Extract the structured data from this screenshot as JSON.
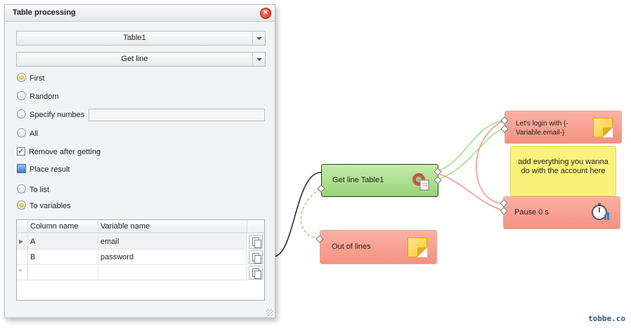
{
  "dialog": {
    "title": "Table processing",
    "table_select": "Table1",
    "action_select": "Get line",
    "radios": [
      {
        "label": "First",
        "selected": true
      },
      {
        "label": "Random",
        "selected": false
      },
      {
        "label": "Specify numbes",
        "selected": false
      },
      {
        "label": "All",
        "selected": false
      }
    ],
    "specify_value": "",
    "remove_after_getting": {
      "label": "Remove after getting",
      "checked": true
    },
    "place_result": "Place result",
    "place_options": [
      {
        "label": "To list",
        "selected": false
      },
      {
        "label": "To variables",
        "selected": true
      }
    ],
    "grid": {
      "headers": [
        "Column name",
        "Variable name"
      ],
      "rows": [
        {
          "column": "A",
          "variable": "email"
        },
        {
          "column": "B",
          "variable": "password"
        }
      ],
      "new_row_marker": "*"
    }
  },
  "canvas": {
    "node_login_text": "Let's login with {-Variable.email-}",
    "note_text": "add everything you wanna do with the account here",
    "node_getline": "Get line Table1",
    "node_pause": "Pause 0 s",
    "node_outoflines": "Out of lines"
  },
  "watermark": "tobbe.co",
  "colors": {
    "accent_radio": "#e6a40f",
    "node_green": "#97d476",
    "node_pink": "#f49283",
    "note_yellow": "#fbf27c"
  }
}
